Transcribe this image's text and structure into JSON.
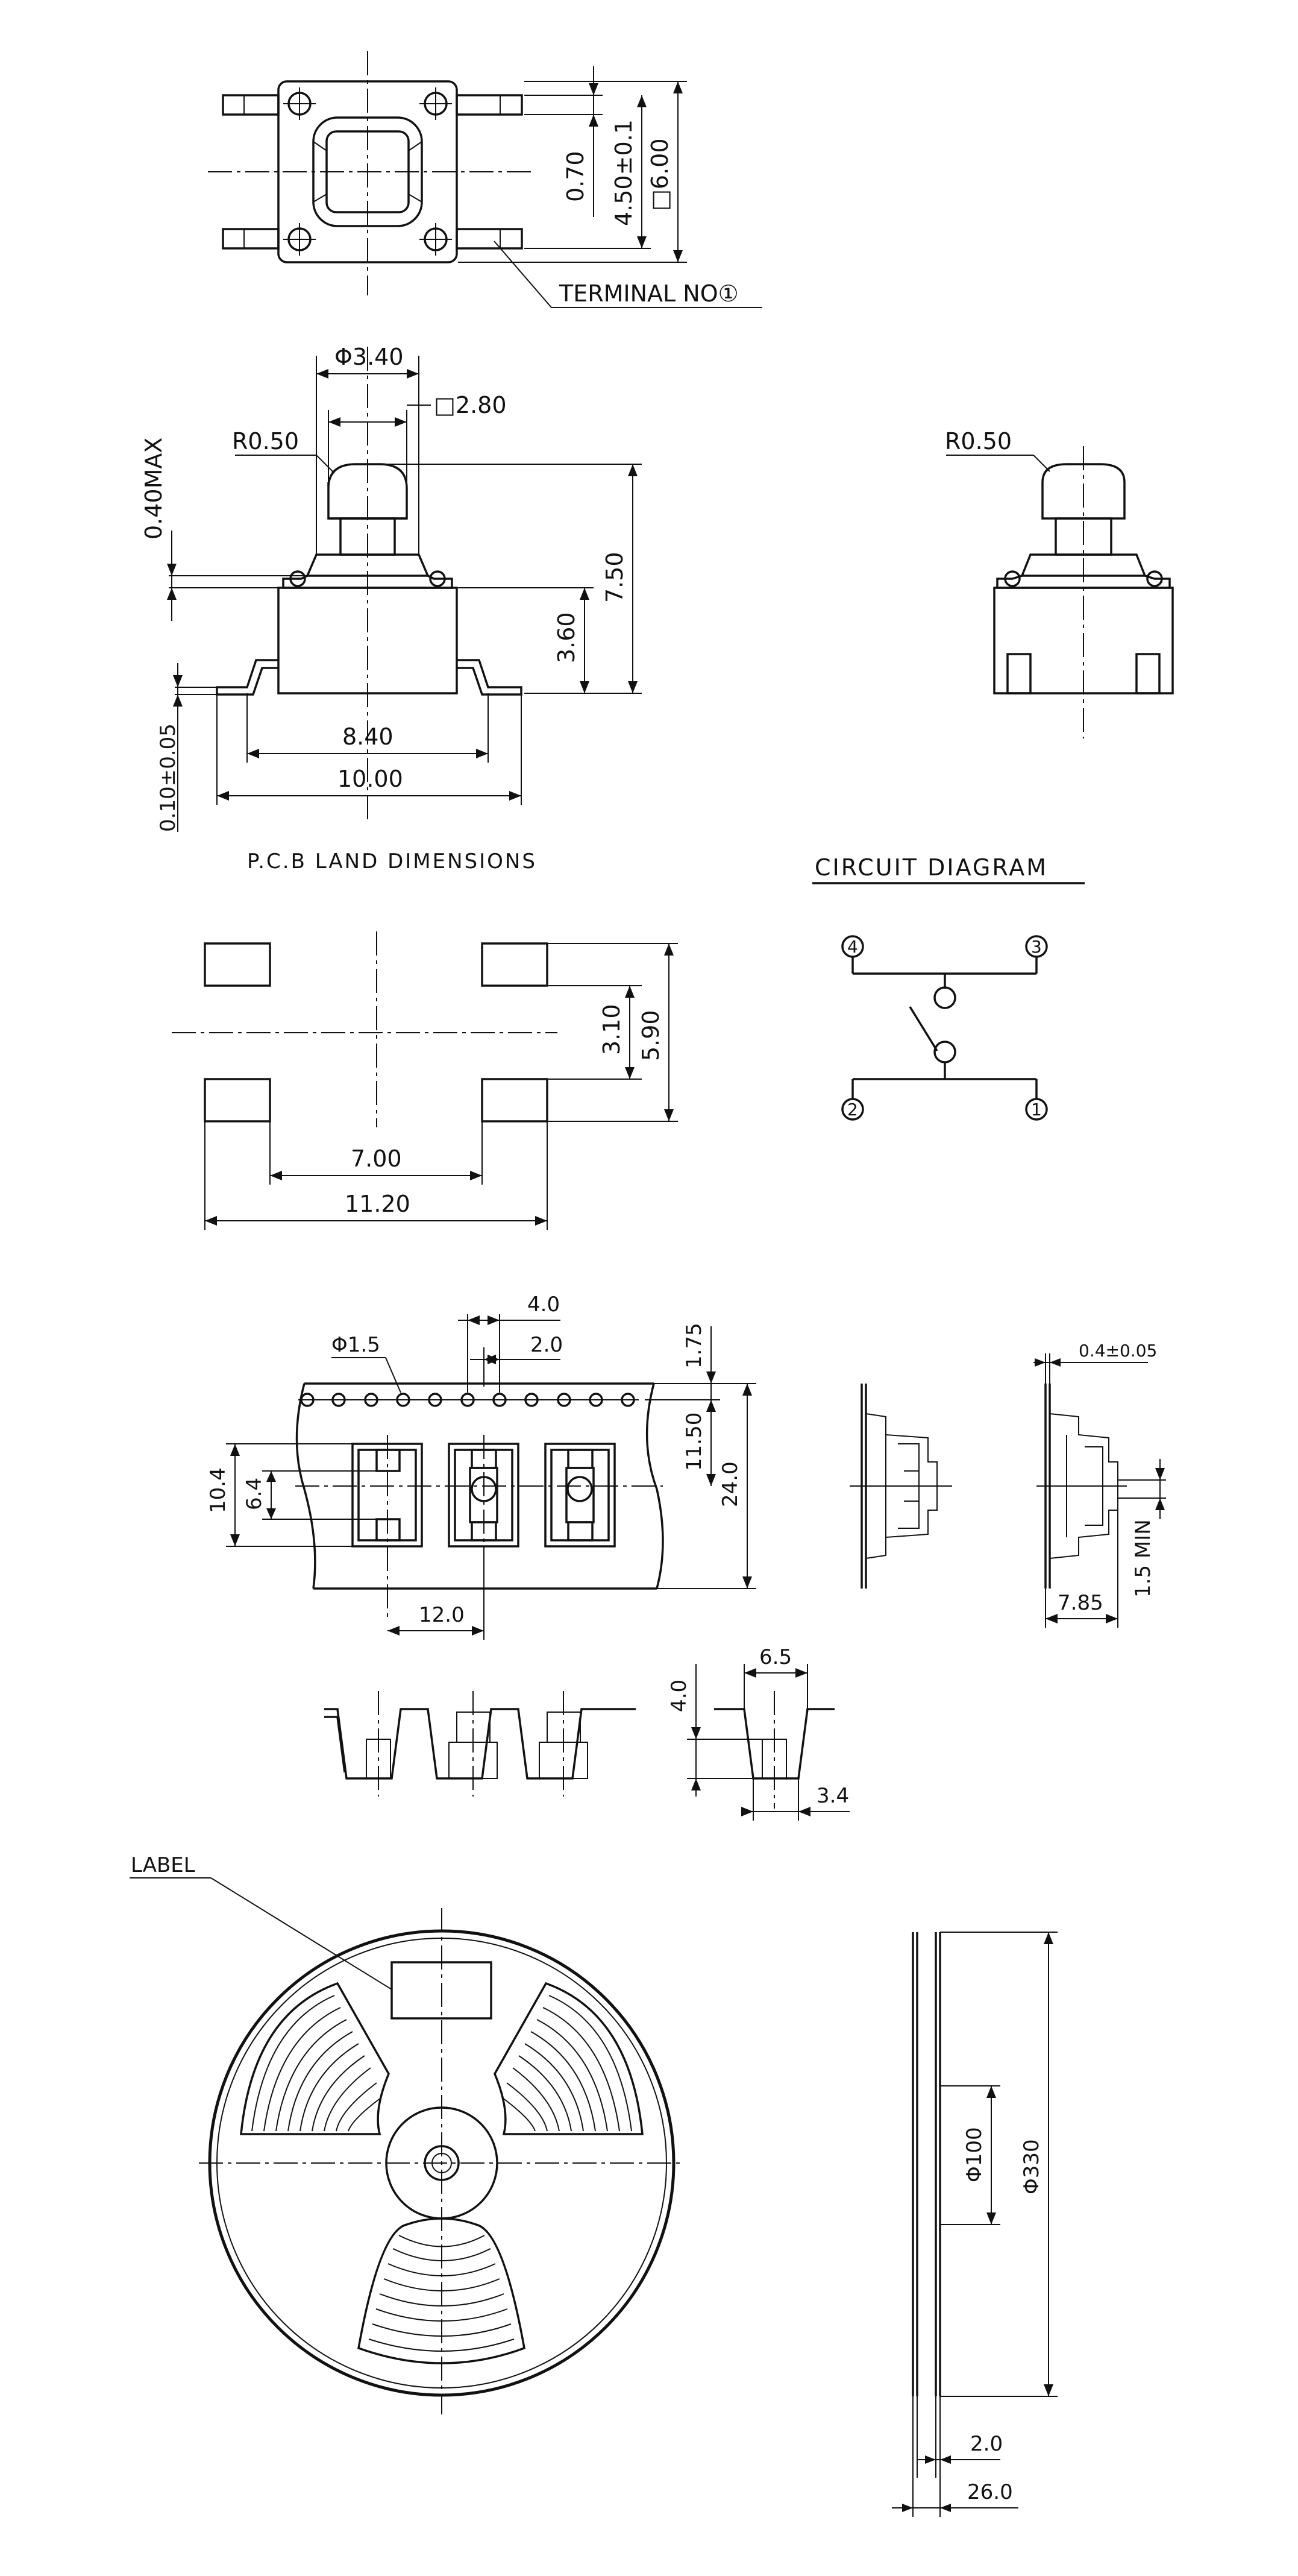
{
  "top_view": {
    "dim_070": "0.70",
    "dim_450": "4.50±0.1",
    "dim_600": "□6.00",
    "terminal_label": "TERMINAL NO①"
  },
  "side_view": {
    "dim_phi340": "Φ3.40",
    "dim_sq280": "□2.80",
    "radius": "R0.50",
    "dim_040max": "0.40MAX",
    "dim_750": "7.50",
    "dim_360": "3.60",
    "dim_840": "8.40",
    "dim_1000": "10.00",
    "dim_010": "0.10±0.05"
  },
  "end_view": {
    "radius": "R0.50"
  },
  "pcb": {
    "title": "P.C.B LAND DIMENSIONS",
    "dim_310": "3.10",
    "dim_590": "5.90",
    "dim_700": "7.00",
    "dim_1120": "11.20"
  },
  "circuit": {
    "title": "CIRCUIT DIAGRAM",
    "pin_4": "4",
    "pin_3": "3",
    "pin_2": "2",
    "pin_1": "1"
  },
  "tape": {
    "dim_phi15": "Φ1.5",
    "dim_40": "4.0",
    "dim_20": "2.0",
    "dim_175": "1.75",
    "dim_1150": "11.50",
    "dim_240": "24.0",
    "dim_104": "10.4",
    "dim_64": "6.4",
    "dim_120": "12.0",
    "dim_04": "0.4±0.05",
    "dim_15min": "1.5 MIN",
    "dim_785": "7.85",
    "dim_65": "6.5",
    "dim_40b": "4.0",
    "dim_34": "3.4"
  },
  "reel": {
    "label": "LABEL",
    "dim_phi100": "Φ100",
    "dim_phi330": "Φ330",
    "dim_20": "2.0",
    "dim_260": "26.0"
  }
}
